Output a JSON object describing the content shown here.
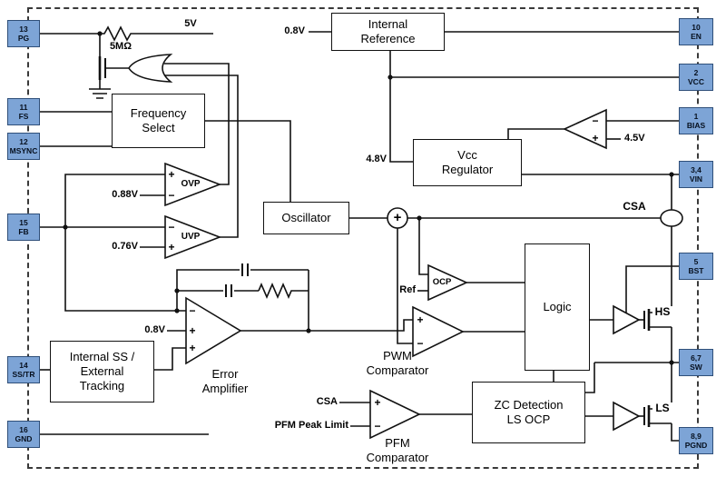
{
  "diagram": {
    "pins_left": [
      {
        "num": "13",
        "name": "PG"
      },
      {
        "num": "11",
        "name": "FS"
      },
      {
        "num": "12",
        "name": "MSYNC"
      },
      {
        "num": "15",
        "name": "FB"
      },
      {
        "num": "14",
        "name": "SS/TR"
      },
      {
        "num": "16",
        "name": "GND"
      }
    ],
    "pins_right": [
      {
        "num": "10",
        "name": "EN"
      },
      {
        "num": "2",
        "name": "VCC"
      },
      {
        "num": "1",
        "name": "BIAS"
      },
      {
        "num": "3,4",
        "name": "VIN"
      },
      {
        "num": "5",
        "name": "BST"
      },
      {
        "num": "6,7",
        "name": "SW"
      },
      {
        "num": "8,9",
        "name": "PGND"
      }
    ],
    "blocks": {
      "internal_reference": "Internal\nReference",
      "frequency_select": "Frequency\nSelect",
      "oscillator": "Oscillator",
      "vcc_regulator": "Vcc\nRegulator",
      "internal_ss": "Internal SS /\nExternal\nTracking",
      "logic": "Logic",
      "zc_detection": "ZC Detection\nLS OCP"
    },
    "comparators": {
      "ovp": "OVP",
      "uvp": "UVP",
      "ocp": "OCP"
    },
    "captions": {
      "error_amplifier": "Error\nAmplifier",
      "pwm_comparator": "PWM\nComparator",
      "pfm_comparator": "PFM\nComparator",
      "hs": "HS",
      "ls": "LS",
      "csa": "CSA"
    },
    "values": {
      "v5": "5V",
      "pullup": "5MΩ",
      "vref": "0.8V",
      "ovp_th": "0.88V",
      "uvp_th": "0.76V",
      "ea_ref": "0.8V",
      "vreg": "4.8V",
      "bias_th": "4.5V",
      "csa_in": "CSA",
      "pfm_peak": "PFM Peak Limit",
      "ocp_ref": "Ref"
    },
    "signs": {
      "plus": "+",
      "minus": "−"
    },
    "colors": {
      "pin_fill": "#7da4d6",
      "pin_border": "#2f4f79",
      "wire": "#111111"
    }
  }
}
